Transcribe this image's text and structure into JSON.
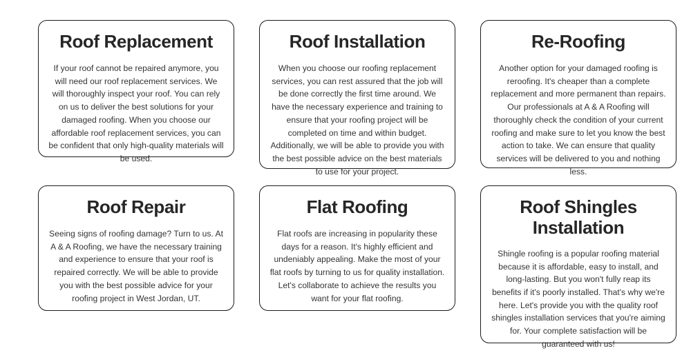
{
  "page": {
    "section_name": "roofing-services",
    "background_color": "#ffffff",
    "card_border_color": "#1b1b1b",
    "title_color": "#262626",
    "body_color": "#333333"
  },
  "cards": [
    {
      "id": "roof-replacement",
      "title": "Roof Replacement",
      "body": "If your roof cannot be repaired anymore, you will need our roof replacement services. We will thoroughly inspect your roof. You can rely on us to deliver the best solutions for your damaged roofing. When you choose our affordable roof replacement services, you can be confident that only high-quality materials will be used."
    },
    {
      "id": "roof-installation",
      "title": "Roof Installation",
      "body": "When you choose our roofing replacement services, you can rest assured that the job will be done correctly the first time around. We have the necessary experience and training to ensure that your roofing project will be completed on time and within budget. Additionally, we will be able to provide you with the best possible advice on the best materials to use for your project."
    },
    {
      "id": "re-roofing",
      "title": "Re-Roofing",
      "body": "Another option for your damaged roofing is reroofing. It's cheaper than a complete replacement and more permanent than repairs. Our professionals at A & A Roofing will thoroughly check the condition of your current roofing and make sure to let you know the best action to take. We can ensure that quality services will be delivered to you and nothing less."
    },
    {
      "id": "roof-repair",
      "title": "Roof Repair",
      "body": "Seeing signs of roofing damage? Turn to us. At A & A Roofing, we have the necessary training and experience to ensure that your roof is repaired correctly. We will be able to provide you with the best possible advice for your roofing project in West Jordan, UT."
    },
    {
      "id": "flat-roofing",
      "title": "Flat Roofing",
      "body": "Flat roofs are increasing in popularity these days for a reason. It's highly efficient and undeniably appealing. Make the most of your flat roofs by turning to us for quality installation. Let's collaborate to achieve the results you want for your flat roofing."
    },
    {
      "id": "roof-shingles",
      "title": "Roof Shingles Installation",
      "body": "Shingle roofing is a popular roofing material because it is affordable, easy to install, and long-lasting. But you won't fully reap its benefits if it's poorly installed. That's why we're here. Let's provide you with the quality roof shingles installation services that you're aiming for. Your complete satisfaction will be guaranteed with us!"
    }
  ]
}
